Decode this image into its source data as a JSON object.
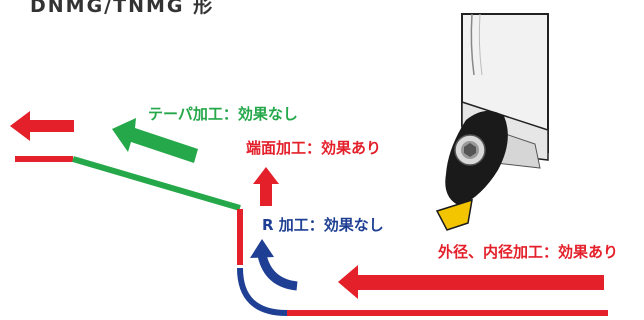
{
  "title": "DNMG/TNMG 形",
  "labels": {
    "taper": "テーパ加工：効果なし",
    "face": "端面加工：効果あり",
    "radius": "R 加工：効果なし",
    "od_id": "外径、内径加工：効果あり"
  },
  "colors": {
    "red": "#e4202a",
    "green": "#25a84a",
    "blue": "#1e3f93",
    "insert_yellow": "#f3c400",
    "holder_fill": "#f2f2f2",
    "dark": "#1a1a1a",
    "title": "#333333"
  },
  "icons": [
    "tool-holder-icon",
    "insert-icon",
    "clamp-screw-icon"
  ]
}
